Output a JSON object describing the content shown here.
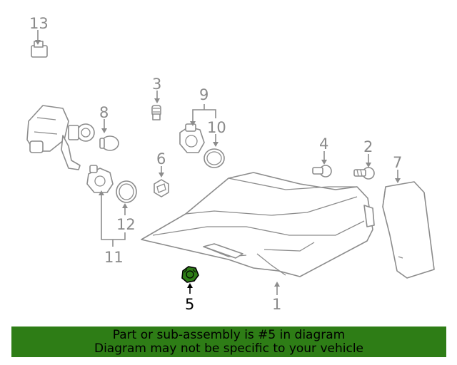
{
  "diagram": {
    "callouts": [
      "13",
      "8",
      "3",
      "9",
      "10",
      "6",
      "4",
      "2",
      "7",
      "12",
      "11",
      "5",
      "1"
    ],
    "highlighted": "5",
    "highlight_color": "#2e7d16"
  },
  "banner": {
    "line1": "Part or sub-assembly is #5 in diagram",
    "line2": "Diagram may not be specific to your vehicle",
    "background": "#2e7d16"
  }
}
